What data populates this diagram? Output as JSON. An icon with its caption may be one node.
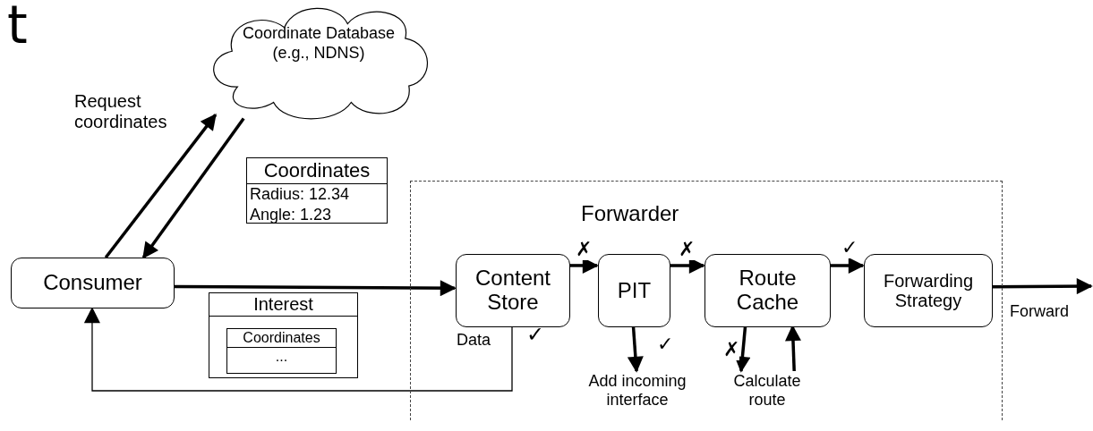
{
  "diagram": {
    "nodes": [
      {
        "text": [
          "Coordinate Database (e.g., NDNS)"
        ]
      },
      {
        "text": [
          "Coordinates",
          "Radius: 12.34",
          "Angle: 1.23"
        ]
      },
      {
        "text": [
          "Consumer"
        ]
      },
      {
        "text": [
          "Interest"
        ]
      },
      {
        "text": [
          "Coordinates",
          "..."
        ],
        "in": 3
      },
      {
        "text": [
          "Forwarder"
        ]
      },
      {
        "text": [
          "Content Store"
        ],
        "in": 5
      },
      {
        "text": [
          "PIT"
        ],
        "in": 5
      },
      {
        "text": [
          "Route Cache"
        ],
        "in": 5
      },
      {
        "text": [
          "Forwarding Strategy"
        ],
        "in": 5
      },
      {
        "text": [
          "Add incoming interface"
        ],
        "in": 5
      },
      {
        "text": [
          "Calculate route"
        ],
        "in": 5
      }
    ],
    "edges": [
      {
        "from": 2,
        "to": 0,
        "arrow": "to",
        "label": "Request coordinates"
      },
      {
        "from": 0,
        "to": 2,
        "arrow": "to"
      },
      {
        "from": 2,
        "to": 6,
        "arrow": "to"
      },
      {
        "from": 6,
        "to": 7,
        "arrow": "to",
        "label": "✗"
      },
      {
        "from": 7,
        "to": 8,
        "arrow": "to",
        "label": "✗"
      },
      {
        "from": 8,
        "to": 9,
        "arrow": "to",
        "label": "✓"
      },
      {
        "from": 9,
        "to": null,
        "arrow": "to",
        "label": "Forward"
      },
      {
        "from": 6,
        "to": 2,
        "arrow": "to",
        "label": "Data"
      },
      {
        "from": 7,
        "to": 10,
        "arrow": "to",
        "label": "✓"
      },
      {
        "from": 8,
        "to": 11,
        "arrow": "to",
        "label": "✗"
      },
      {
        "from": 11,
        "to": 8,
        "arrow": "to"
      }
    ],
    "labels": [
      "t",
      "✓"
    ]
  }
}
